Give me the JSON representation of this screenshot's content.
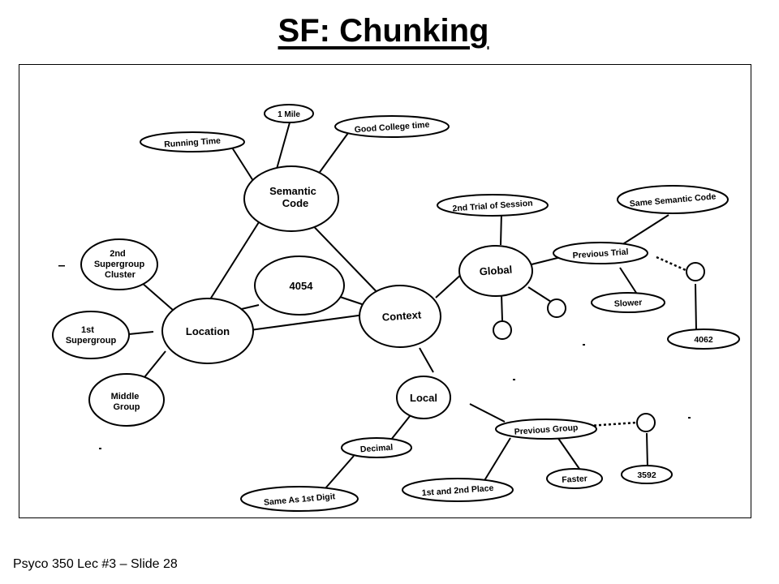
{
  "slide": {
    "title": "SF: Chunking",
    "footer": "Psyco 350 Lec #3 – Slide 28"
  },
  "diagram": {
    "nodes": {
      "semantic_code": "Semantic Code",
      "one_mile": "1 Mile",
      "running_time": "Running Time",
      "good_college_time": "Good College time",
      "n4054": "4054",
      "location": "Location",
      "context": "Context",
      "second_supergroup_cluster": "2nd Supergroup Cluster",
      "first_supergroup": "1st Supergroup",
      "middle_group": "Middle Group",
      "global": "Global",
      "second_trial_of_session": "2nd Trial of Session",
      "previous_trial": "Previous Trial",
      "same_semantic_code": "Same Semantic Code",
      "slower": "Slower",
      "n4062": "4062",
      "local": "Local",
      "decimal": "Decimal",
      "same_as_1st_digit": "Same As 1st Digit",
      "previous_group": "Previous Group",
      "first_and_second_place": "1st and 2nd Place",
      "faster": "Faster",
      "n3592": "3592"
    }
  }
}
